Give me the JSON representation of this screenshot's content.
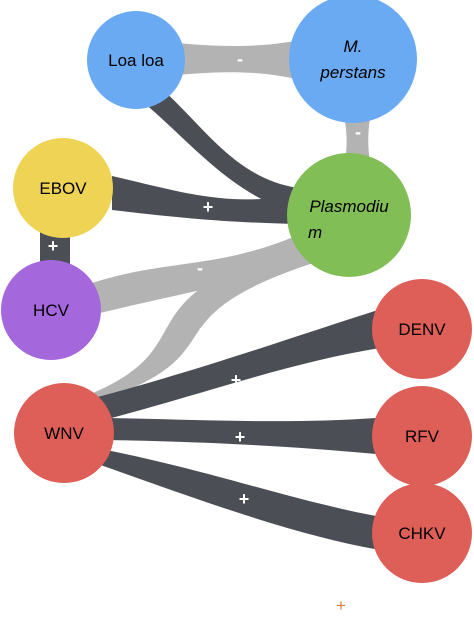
{
  "colors": {
    "positive_edge": "#4b4e55",
    "negative_edge": "#b3b3b3",
    "sign_text": "#ffffff",
    "filaria": "#69aaf2",
    "plasmodium": "#82be56",
    "ebov": "#efd354",
    "hcv": "#a567dc",
    "arbovirus": "#de5f57",
    "footer_mark": "#e07a3a"
  },
  "nodes": {
    "loa_loa": {
      "label_lines": [
        "Loa loa"
      ],
      "italic": false,
      "color_key": "filaria"
    },
    "m_perstans": {
      "label_lines": [
        "M.",
        "perstans"
      ],
      "italic": true,
      "color_key": "filaria"
    },
    "plasmodium": {
      "label_lines": [
        "Plasmodiu",
        "m"
      ],
      "italic": true,
      "color_key": "plasmodium"
    },
    "ebov": {
      "label_lines": [
        "EBOV"
      ],
      "italic": false,
      "color_key": "ebov"
    },
    "hcv": {
      "label_lines": [
        "HCV"
      ],
      "italic": false,
      "color_key": "hcv"
    },
    "wnv": {
      "label_lines": [
        "WNV"
      ],
      "italic": false,
      "color_key": "arbovirus"
    },
    "denv": {
      "label_lines": [
        "DENV"
      ],
      "italic": false,
      "color_key": "arbovirus"
    },
    "rfv": {
      "label_lines": [
        "RFV"
      ],
      "italic": false,
      "color_key": "arbovirus"
    },
    "chkv": {
      "label_lines": [
        "CHKV"
      ],
      "italic": false,
      "color_key": "arbovirus"
    }
  },
  "edges": [
    {
      "id": "loa-mperstans",
      "source": "loa_loa",
      "target": "m_perstans",
      "sign": "-"
    },
    {
      "id": "loa-plasmodium",
      "source": "loa_loa",
      "target": "plasmodium",
      "sign": "+"
    },
    {
      "id": "mperstans-plasmodium",
      "source": "m_perstans",
      "target": "plasmodium",
      "sign": "-"
    },
    {
      "id": "ebov-plasmodium",
      "source": "ebov",
      "target": "plasmodium",
      "sign": "+"
    },
    {
      "id": "ebov-hcv",
      "source": "ebov",
      "target": "hcv",
      "sign": "+"
    },
    {
      "id": "hcv-plasmodium",
      "source": "hcv",
      "target": "plasmodium",
      "sign": "-"
    },
    {
      "id": "wnv-plasmodium",
      "source": "wnv",
      "target": "plasmodium",
      "sign": "-"
    },
    {
      "id": "wnv-denv",
      "source": "wnv",
      "target": "denv",
      "sign": "+"
    },
    {
      "id": "wnv-rfv",
      "source": "wnv",
      "target": "rfv",
      "sign": "+"
    },
    {
      "id": "wnv-chkv",
      "source": "wnv",
      "target": "chkv",
      "sign": "+"
    }
  ],
  "footer_mark": "+"
}
